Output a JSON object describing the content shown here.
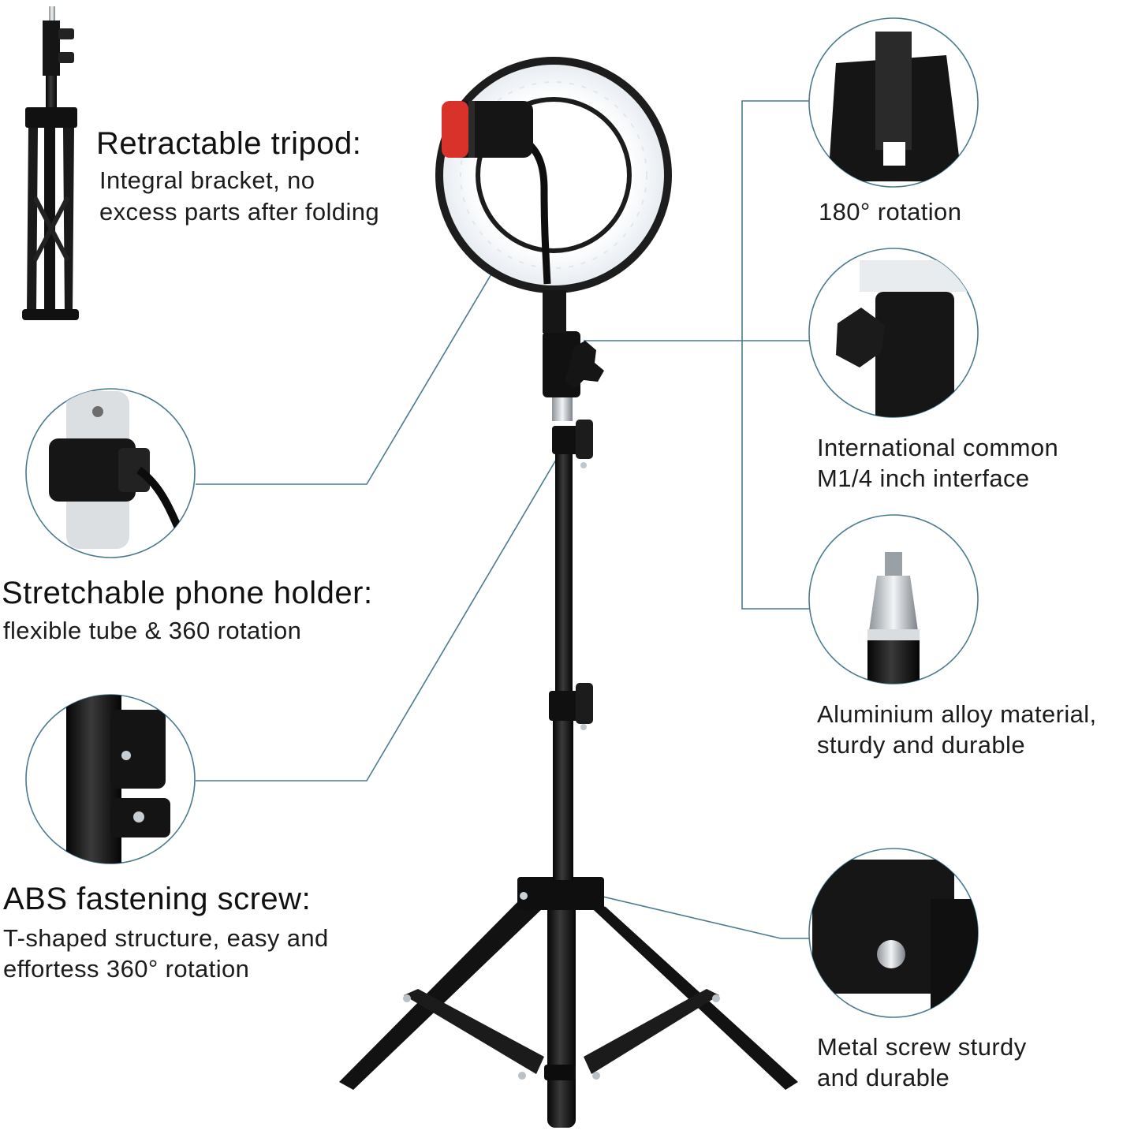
{
  "features_left": [
    {
      "heading": "Retractable tripod:",
      "line1": "Integral bracket, no",
      "line2": "excess parts after folding",
      "icon": "folded-tripod-icon"
    },
    {
      "heading": "Stretchable phone holder:",
      "line1": "flexible tube & 360 rotation",
      "icon": "phone-holder-closeup"
    },
    {
      "heading": "ABS fastening screw:",
      "line1": "T-shaped structure, easy and",
      "line2": "effortess 360° rotation",
      "icon": "fastening-screw-closeup"
    }
  ],
  "features_right": [
    {
      "line1": "180° rotation",
      "icon": "rotation-bracket-closeup"
    },
    {
      "line1": "International common",
      "line2": "M1/4 inch interface",
      "icon": "ball-head-knob-closeup"
    },
    {
      "line1": "Aluminium alloy material,",
      "line2": "sturdy and durable",
      "icon": "threaded-stud-closeup"
    },
    {
      "line1": "Metal screw sturdy",
      "line2": "and durable",
      "icon": "metal-screw-closeup"
    }
  ],
  "colors": {
    "leader_line": "#4a7a92",
    "stand_black": "#141414",
    "ring_light": "#f4f6f8",
    "phone_clip_red": "#d8322a"
  }
}
